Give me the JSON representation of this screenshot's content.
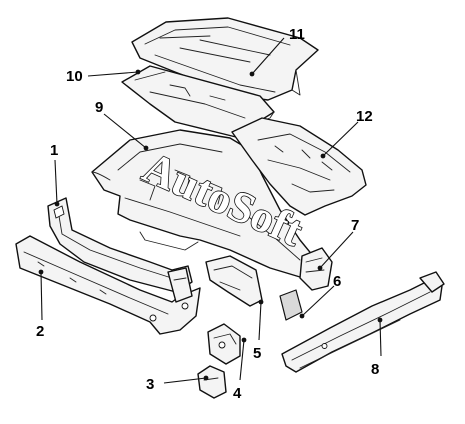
{
  "watermark": {
    "text": "AutoSoft"
  },
  "callouts": [
    "1",
    "2",
    "3",
    "4",
    "5",
    "6",
    "7",
    "8",
    "9",
    "10",
    "11",
    "12"
  ],
  "colors": {
    "line": "#111111",
    "fill": "#f4f4f4",
    "background": "#ffffff"
  }
}
